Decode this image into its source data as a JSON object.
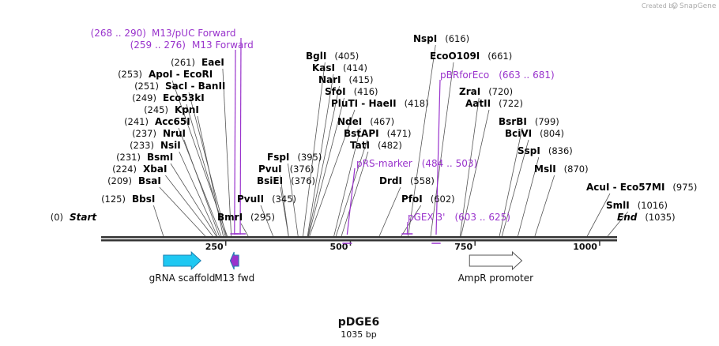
{
  "credit": {
    "created_by": "Created by",
    "brand": "SnapGene"
  },
  "map": {
    "title": "pDGE6",
    "length_label": "1035 bp",
    "length_bp": 1035,
    "backbone_color": "#333333",
    "primer_color": "#9933cc"
  },
  "sites": [
    {
      "name": "Start",
      "pos_label": "(0)",
      "bp": 0,
      "style": "italic"
    },
    {
      "name": "BbsI",
      "pos_label": "(125)",
      "bp": 125
    },
    {
      "name": "BsaI",
      "pos_label": "(209)",
      "bp": 209
    },
    {
      "name": "XbaI",
      "pos_label": "(224)",
      "bp": 224
    },
    {
      "name": "BsmI",
      "pos_label": "(231)",
      "bp": 231
    },
    {
      "name": "NsiI",
      "pos_label": "(233)",
      "bp": 233
    },
    {
      "name": "NruI",
      "pos_label": "(237)",
      "bp": 237
    },
    {
      "name": "Acc65I",
      "pos_label": "(241)",
      "bp": 241
    },
    {
      "name": "KpnI",
      "pos_label": "(245)",
      "bp": 245
    },
    {
      "name": "Eco53kI",
      "pos_label": "(249)",
      "bp": 249
    },
    {
      "name": "SacI  -  BanII",
      "pos_label": "(251)",
      "bp": 251
    },
    {
      "name": "ApoI  -  EcoRI",
      "pos_label": "(253)",
      "bp": 253
    },
    {
      "name": "EaeI",
      "pos_label": "(261)",
      "bp": 261
    },
    {
      "name": "BmrI",
      "pos_label": "(295)",
      "bp": 295
    },
    {
      "name": "PvuII",
      "pos_label": "(345)",
      "bp": 345
    },
    {
      "name": "BsiEI",
      "pos_label": "(376)",
      "bp": 376
    },
    {
      "name": "PvuI",
      "pos_label": "(376)",
      "bp": 376
    },
    {
      "name": "FspI",
      "pos_label": "(395)",
      "bp": 395
    },
    {
      "name": "BglI",
      "pos_label": "(405)",
      "bp": 405
    },
    {
      "name": "KasI",
      "pos_label": "(414)",
      "bp": 414
    },
    {
      "name": "NarI",
      "pos_label": "(415)",
      "bp": 415
    },
    {
      "name": "SfoI",
      "pos_label": "(416)",
      "bp": 416
    },
    {
      "name": "PluTI  -  HaeII",
      "pos_label": "(418)",
      "bp": 418
    },
    {
      "name": "NdeI",
      "pos_label": "(467)",
      "bp": 467
    },
    {
      "name": "BstAPI",
      "pos_label": "(471)",
      "bp": 471
    },
    {
      "name": "TatI",
      "pos_label": "(482)",
      "bp": 482
    },
    {
      "name": "DrdI",
      "pos_label": "(558)",
      "bp": 558
    },
    {
      "name": "PfoI",
      "pos_label": "(602)",
      "bp": 602
    },
    {
      "name": "NspI",
      "pos_label": "(616)",
      "bp": 616
    },
    {
      "name": "EcoO109I",
      "pos_label": "(661)",
      "bp": 661
    },
    {
      "name": "ZraI",
      "pos_label": "(720)",
      "bp": 720
    },
    {
      "name": "AatII",
      "pos_label": "(722)",
      "bp": 722
    },
    {
      "name": "BsrBI",
      "pos_label": "(799)",
      "bp": 799
    },
    {
      "name": "BciVI",
      "pos_label": "(804)",
      "bp": 804
    },
    {
      "name": "SspI",
      "pos_label": "(836)",
      "bp": 836
    },
    {
      "name": "MslI",
      "pos_label": "(870)",
      "bp": 870
    },
    {
      "name": "AcuI  -  Eco57MI",
      "pos_label": "(975)",
      "bp": 975
    },
    {
      "name": "SmlI",
      "pos_label": "(1016)",
      "bp": 1016
    },
    {
      "name": "End",
      "pos_label": "(1035)",
      "bp": 1035,
      "style": "italic"
    }
  ],
  "primers": [
    {
      "name": "M13/pUC Forward",
      "range_label": "(268 .. 290)",
      "start": 268,
      "end": 290
    },
    {
      "name": "M13 Forward",
      "range_label": "(259 .. 276)",
      "start": 259,
      "end": 276
    },
    {
      "name": "pBRforEco",
      "range_label": "(663 .. 681)",
      "start": 663,
      "end": 681
    },
    {
      "name": "pRS-marker",
      "range_label": "(484 .. 503)",
      "start": 484,
      "end": 503
    },
    {
      "name": "pGEX 3'",
      "range_label": "(603 .. 625)",
      "start": 603,
      "end": 625
    }
  ],
  "features": [
    {
      "name": "gRNA scaffold",
      "start": 125,
      "end": 200,
      "color": "#1fc8f2",
      "direction": "forward"
    },
    {
      "name": "M13 fwd",
      "start": 259,
      "end": 276,
      "color": "#9933cc",
      "direction": "reverse"
    },
    {
      "name": "AmpR promoter",
      "start": 739,
      "end": 844,
      "color": "#ffffff",
      "direction": "forward"
    }
  ],
  "ticks": [
    "250",
    "500",
    "750",
    "1000"
  ]
}
